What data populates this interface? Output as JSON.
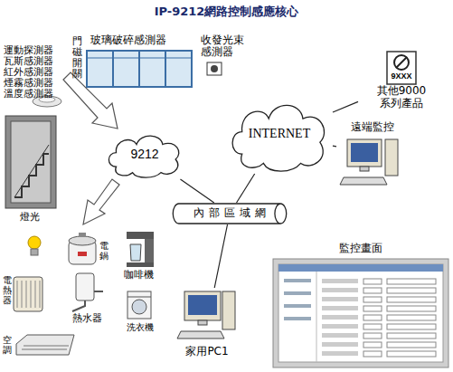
{
  "diagram": {
    "title": "IP-9212網路控制感應核心",
    "nodes": [
      {
        "text": [
          "9XXX",
          "其他9000系列產品"
        ]
      },
      {
        "text": [
          "INTERNET"
        ]
      },
      {
        "text": [
          "遠端監控"
        ]
      },
      {
        "text": [
          "9212"
        ]
      },
      {
        "text": [
          "內部區域網"
        ]
      },
      {
        "text": [
          "監控畫面"
        ]
      },
      {
        "text": [
          "家用PC1"
        ]
      }
    ],
    "edges": [
      {
        "from": 1,
        "to": 0,
        "arrow": "none"
      },
      {
        "from": 1,
        "to": 2,
        "arrow": "none"
      },
      {
        "from": 3,
        "to": 4,
        "arrow": "none"
      },
      {
        "from": 4,
        "to": 1,
        "arrow": "none"
      },
      {
        "from": 4,
        "to": 6,
        "arrow": "none"
      }
    ],
    "labels": [
      "運動探測器 瓦斯感測器 紅外感測器 煙霧感測器 溫度感測器",
      "門磁開關",
      "玻璃破碎感測器",
      "收發光束感測器",
      "燈光",
      "電鍋",
      "咖啡機",
      "電熱器",
      "熱水器",
      "洗衣機",
      "空調"
    ]
  }
}
